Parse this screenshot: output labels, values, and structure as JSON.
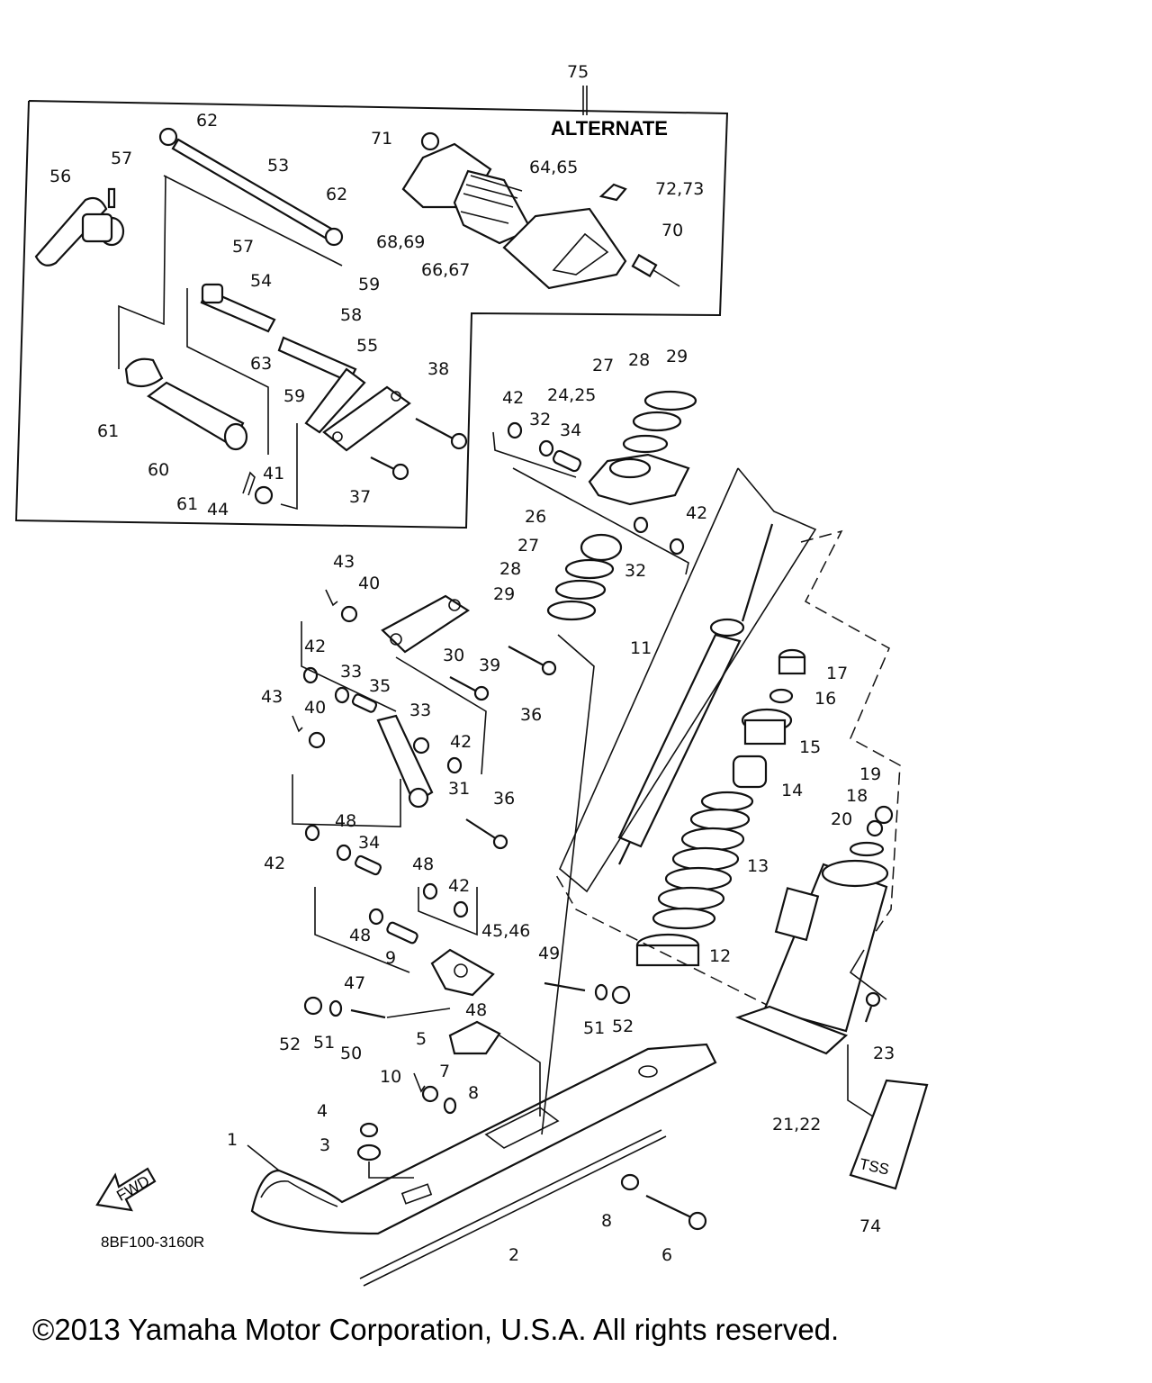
{
  "diagram": {
    "alternate_label": "ALTERNATE",
    "drawing_code": "8BF100-3160R",
    "fwd_label": "FWD",
    "decal_text": "TSS",
    "callouts": [
      {
        "id": "c75",
        "text": "75"
      },
      {
        "id": "c62a",
        "text": "62"
      },
      {
        "id": "c71",
        "text": "71"
      },
      {
        "id": "c57a",
        "text": "57"
      },
      {
        "id": "c56",
        "text": "56"
      },
      {
        "id": "c53",
        "text": "53"
      },
      {
        "id": "c62b",
        "text": "62"
      },
      {
        "id": "c6465",
        "text": "64,65"
      },
      {
        "id": "c7273",
        "text": "72,73"
      },
      {
        "id": "c70",
        "text": "70"
      },
      {
        "id": "c6869",
        "text": "68,69"
      },
      {
        "id": "c6667",
        "text": "66,67"
      },
      {
        "id": "c57b",
        "text": "57"
      },
      {
        "id": "c54",
        "text": "54"
      },
      {
        "id": "c59a",
        "text": "59"
      },
      {
        "id": "c58",
        "text": "58"
      },
      {
        "id": "c63",
        "text": "63"
      },
      {
        "id": "c55",
        "text": "55"
      },
      {
        "id": "c38",
        "text": "38"
      },
      {
        "id": "c59b",
        "text": "59"
      },
      {
        "id": "c61a",
        "text": "61"
      },
      {
        "id": "c60",
        "text": "60"
      },
      {
        "id": "c41",
        "text": "41"
      },
      {
        "id": "c37",
        "text": "37"
      },
      {
        "id": "c61b",
        "text": "61"
      },
      {
        "id": "c44",
        "text": "44"
      },
      {
        "id": "c27a",
        "text": "27"
      },
      {
        "id": "c28a",
        "text": "28"
      },
      {
        "id": "c29a",
        "text": "29"
      },
      {
        "id": "c42a",
        "text": "42"
      },
      {
        "id": "c2425",
        "text": "24,25"
      },
      {
        "id": "c32a",
        "text": "32"
      },
      {
        "id": "c34a",
        "text": "34"
      },
      {
        "id": "c26",
        "text": "26"
      },
      {
        "id": "c42b",
        "text": "42"
      },
      {
        "id": "c27b",
        "text": "27"
      },
      {
        "id": "c32b",
        "text": "32"
      },
      {
        "id": "c28b",
        "text": "28"
      },
      {
        "id": "c29b",
        "text": "29"
      },
      {
        "id": "c43a",
        "text": "43"
      },
      {
        "id": "c40a",
        "text": "40"
      },
      {
        "id": "c42c",
        "text": "42"
      },
      {
        "id": "c30",
        "text": "30"
      },
      {
        "id": "c11",
        "text": "11"
      },
      {
        "id": "c33a",
        "text": "33"
      },
      {
        "id": "c35",
        "text": "35"
      },
      {
        "id": "c39",
        "text": "39"
      },
      {
        "id": "c17",
        "text": "17"
      },
      {
        "id": "c16",
        "text": "16"
      },
      {
        "id": "c43b",
        "text": "43"
      },
      {
        "id": "c40b",
        "text": "40"
      },
      {
        "id": "c33b",
        "text": "33"
      },
      {
        "id": "c36a",
        "text": "36"
      },
      {
        "id": "c15",
        "text": "15"
      },
      {
        "id": "c42d",
        "text": "42"
      },
      {
        "id": "c31",
        "text": "31"
      },
      {
        "id": "c14",
        "text": "14"
      },
      {
        "id": "c19",
        "text": "19"
      },
      {
        "id": "c18",
        "text": "18"
      },
      {
        "id": "c36b",
        "text": "36"
      },
      {
        "id": "c20",
        "text": "20"
      },
      {
        "id": "c48a",
        "text": "48"
      },
      {
        "id": "c34b",
        "text": "34"
      },
      {
        "id": "c42e",
        "text": "42"
      },
      {
        "id": "c13",
        "text": "13"
      },
      {
        "id": "c48b",
        "text": "48"
      },
      {
        "id": "c42f",
        "text": "42"
      },
      {
        "id": "c4546",
        "text": "45,46"
      },
      {
        "id": "c48c",
        "text": "48"
      },
      {
        "id": "c9",
        "text": "9"
      },
      {
        "id": "c49",
        "text": "49"
      },
      {
        "id": "c12",
        "text": "12"
      },
      {
        "id": "c47",
        "text": "47"
      },
      {
        "id": "c48d",
        "text": "48"
      },
      {
        "id": "c51a",
        "text": "51"
      },
      {
        "id": "c52a",
        "text": "52"
      },
      {
        "id": "c23",
        "text": "23"
      },
      {
        "id": "c52b",
        "text": "52"
      },
      {
        "id": "c51b",
        "text": "51"
      },
      {
        "id": "c50",
        "text": "50"
      },
      {
        "id": "c5",
        "text": "5"
      },
      {
        "id": "c10",
        "text": "10"
      },
      {
        "id": "c7",
        "text": "7"
      },
      {
        "id": "c8a",
        "text": "8"
      },
      {
        "id": "c2122",
        "text": "21,22"
      },
      {
        "id": "c4",
        "text": "4"
      },
      {
        "id": "c1",
        "text": "1"
      },
      {
        "id": "c3",
        "text": "3"
      },
      {
        "id": "c8b",
        "text": "8"
      },
      {
        "id": "c2",
        "text": "2"
      },
      {
        "id": "c6",
        "text": "6"
      },
      {
        "id": "c74",
        "text": "74"
      }
    ]
  },
  "footer": {
    "copyright": "©2013 Yamaha Motor Corporation, U.S.A. All rights reserved."
  }
}
